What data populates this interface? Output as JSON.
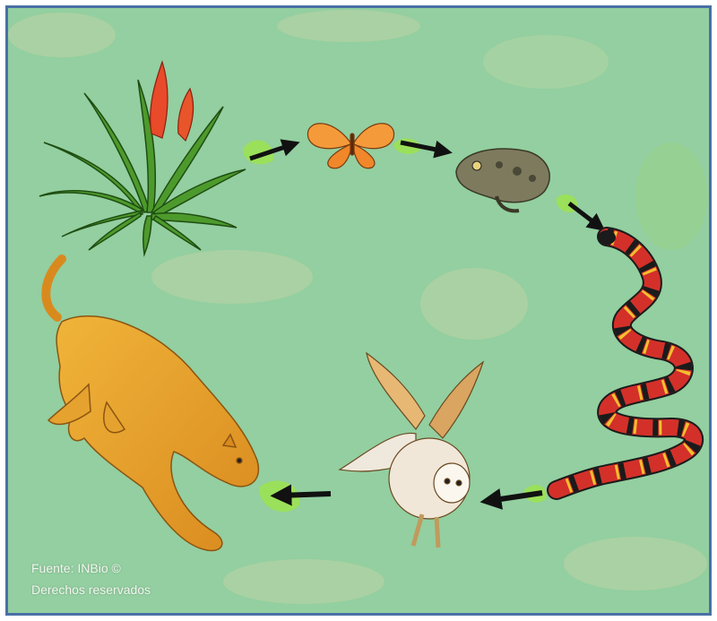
{
  "diagram": {
    "nodes": [
      {
        "id": "plant",
        "icon": "bromeliad-plant-icon"
      },
      {
        "id": "butterfly",
        "icon": "butterfly-icon"
      },
      {
        "id": "toad",
        "icon": "toad-icon"
      },
      {
        "id": "snake",
        "icon": "coral-snake-icon"
      },
      {
        "id": "owl",
        "icon": "owl-icon"
      },
      {
        "id": "puma",
        "icon": "puma-icon"
      }
    ],
    "edges": [
      {
        "from": "plant",
        "to": "butterfly"
      },
      {
        "from": "butterfly",
        "to": "toad"
      },
      {
        "from": "toad",
        "to": "snake"
      },
      {
        "from": "snake",
        "to": "owl"
      },
      {
        "from": "owl",
        "to": "puma"
      }
    ]
  },
  "colors": {
    "background": "#93cfa0",
    "frame": "#4a6fa5",
    "arrow": "#111111",
    "arrow_glow": "#9be05a"
  },
  "credit": {
    "line1": "Fuente: INBio ©",
    "line2": "Derechos reservados"
  }
}
